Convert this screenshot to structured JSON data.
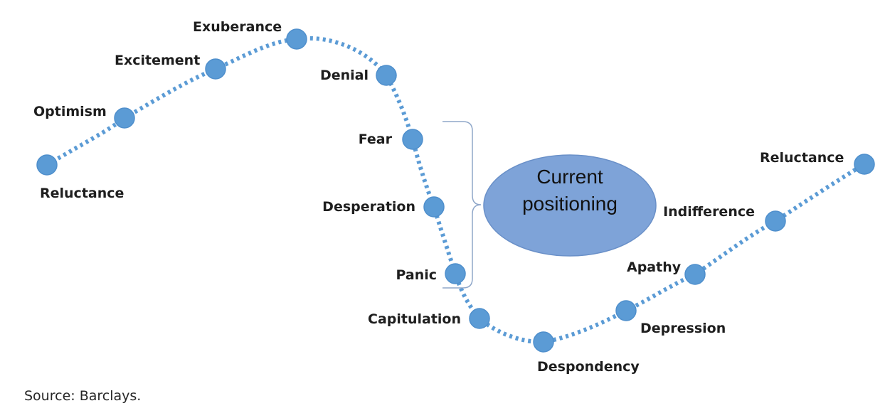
{
  "diagram": {
    "stages": [
      {
        "label": "Reluctance"
      },
      {
        "label": "Optimism"
      },
      {
        "label": "Excitement"
      },
      {
        "label": "Exuberance"
      },
      {
        "label": "Denial"
      },
      {
        "label": "Fear"
      },
      {
        "label": "Desperation"
      },
      {
        "label": "Panic"
      },
      {
        "label": "Capitulation"
      },
      {
        "label": "Despondency"
      },
      {
        "label": "Depression"
      },
      {
        "label": "Apathy"
      },
      {
        "label": "Indifference"
      },
      {
        "label": "Reluctance"
      }
    ],
    "callout": {
      "line1": "Current",
      "line2": "positioning",
      "bracket_covers": [
        "Fear",
        "Desperation",
        "Panic"
      ]
    },
    "source": "Source: Barclays.",
    "colors": {
      "node": "#5b9bd5",
      "node_edge": "#4f8fcc",
      "curve": "#5b9bd5",
      "ellipse_fill": "#7ea3d8",
      "ellipse_stroke": "#6a90c8",
      "bracket": "#8fa7c9"
    }
  }
}
